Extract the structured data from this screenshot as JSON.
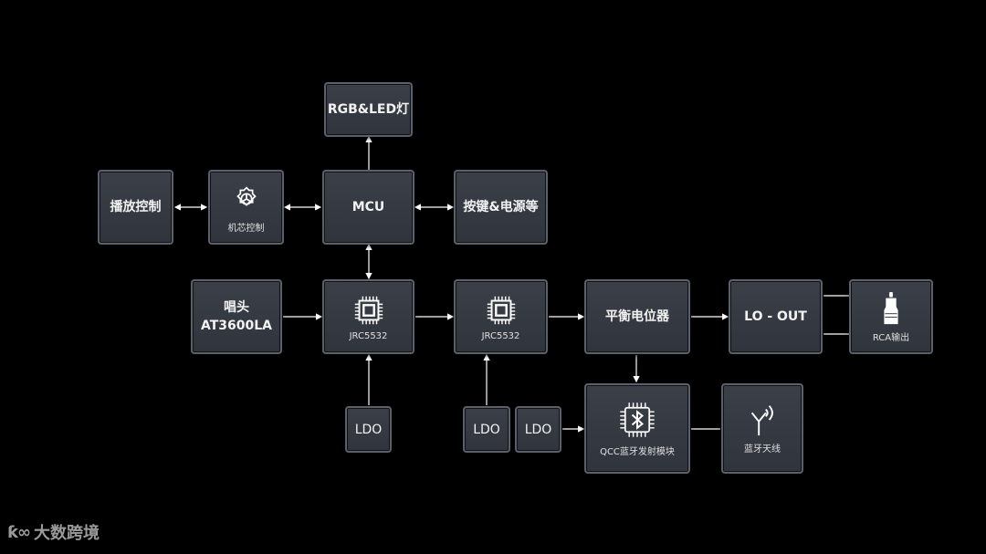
{
  "nodes": {
    "rgb_led": "RGB&LED灯",
    "play_control": "播放控制",
    "motor_control": "机芯控制",
    "mcu": "MCU",
    "keys_power": "按键&电源等",
    "cartridge_line1": "唱头",
    "cartridge_line2": "AT3600LA",
    "jrc_1": "JRC5532",
    "jrc_2": "JRC5532",
    "balance_pot": "平衡电位器",
    "lo_out": "LO - OUT",
    "rca_out": "RCA输出",
    "ldo_1": "LDO",
    "ldo_2": "LDO",
    "ldo_3": "LDO",
    "qcc_bt": "QCC蓝牙发射模块",
    "bt_antenna": "蓝牙天线"
  },
  "icons": {
    "motor": "gear-icon",
    "chip": "chip-icon",
    "bluetooth": "bluetooth-chip-icon",
    "rca": "rca-plug-icon",
    "antenna": "antenna-icon"
  },
  "watermark": "大数跨境",
  "colors": {
    "background": "#000000",
    "box": "#353942",
    "border": "#5b616c",
    "line": "#ffffff"
  }
}
